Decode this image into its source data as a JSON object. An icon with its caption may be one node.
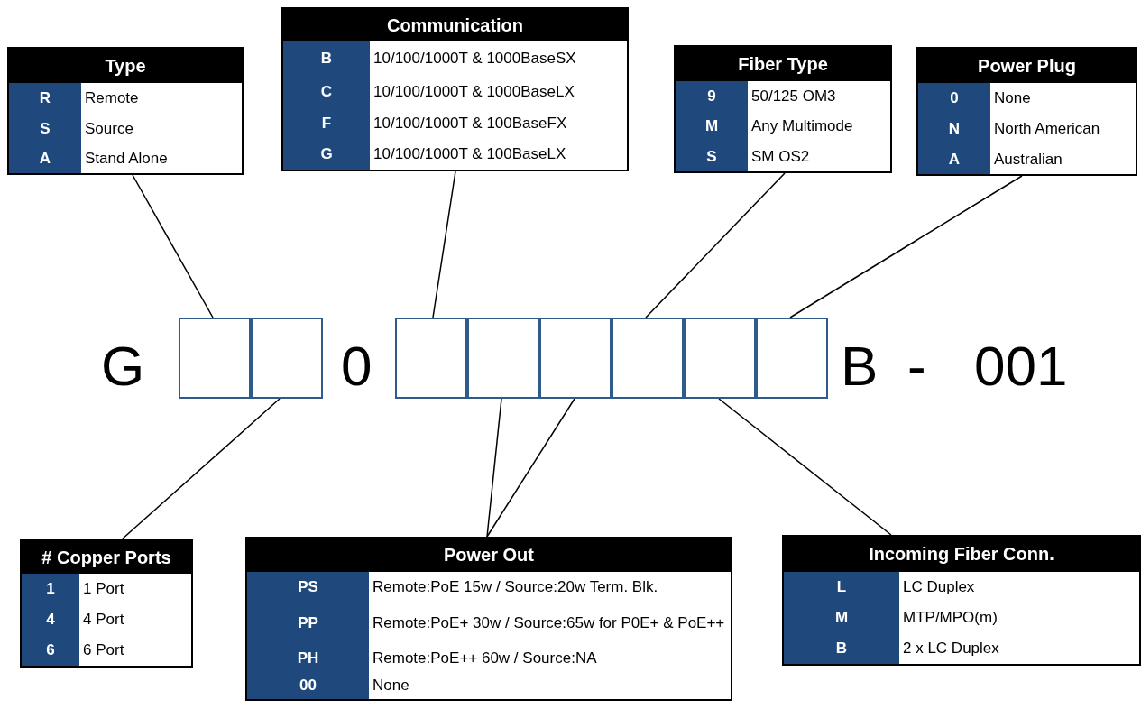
{
  "diagram": {
    "nodes": [
      {
        "text": [
          "Type"
        ]
      },
      {
        "text": [
          "R",
          "Remote"
        ],
        "in": 0
      },
      {
        "text": [
          "S",
          "Source"
        ],
        "in": 0
      },
      {
        "text": [
          "A",
          "Stand Alone"
        ],
        "in": 0
      },
      {
        "text": [
          "Communication"
        ]
      },
      {
        "text": [
          "B",
          "10/100/1000T & 1000BaseSX"
        ],
        "in": 4
      },
      {
        "text": [
          "C",
          "10/100/1000T & 1000BaseLX"
        ],
        "in": 4
      },
      {
        "text": [
          "F",
          "10/100/1000T & 100BaseFX"
        ],
        "in": 4
      },
      {
        "text": [
          "G",
          "10/100/1000T & 100BaseLX"
        ],
        "in": 4
      },
      {
        "text": [
          "Fiber Type"
        ]
      },
      {
        "text": [
          "9",
          "50/125 OM3"
        ],
        "in": 9
      },
      {
        "text": [
          "M",
          "Any Multimode"
        ],
        "in": 9
      },
      {
        "text": [
          "S",
          "SM OS2"
        ],
        "in": 9
      },
      {
        "text": [
          "Power Plug"
        ]
      },
      {
        "text": [
          "0",
          "None"
        ],
        "in": 13
      },
      {
        "text": [
          "N",
          "North American"
        ],
        "in": 13
      },
      {
        "text": [
          "A",
          "Australian"
        ],
        "in": 13
      },
      {
        "text": [],
        "shape": "box"
      },
      {
        "text": [],
        "shape": "box"
      },
      {
        "text": [],
        "shape": "box"
      },
      {
        "text": [],
        "shape": "box"
      },
      {
        "text": [],
        "shape": "box"
      },
      {
        "text": [],
        "shape": "box"
      },
      {
        "text": [],
        "shape": "box"
      },
      {
        "text": [],
        "shape": "box"
      },
      {
        "text": [
          "# Copper Ports"
        ]
      },
      {
        "text": [
          "1",
          "1 Port"
        ],
        "in": 25
      },
      {
        "text": [
          "4",
          "4 Port"
        ],
        "in": 25
      },
      {
        "text": [
          "6",
          "6 Port"
        ],
        "in": 25
      },
      {
        "text": [
          "Power Out"
        ]
      },
      {
        "text": [
          "PS",
          "Remote:PoE 15w / Source:20w Term. Blk."
        ],
        "in": 29
      },
      {
        "text": [
          "PP",
          "Remote:PoE+ 30w / Source:65w for P0E+ & PoE++"
        ],
        "in": 29
      },
      {
        "text": [
          "PH",
          "Remote:PoE++ 60w / Source:NA"
        ],
        "in": 29
      },
      {
        "text": [
          "00",
          "None"
        ],
        "in": 29
      },
      {
        "text": [
          "Incoming Fiber Conn."
        ]
      },
      {
        "text": [
          "L",
          "LC Duplex"
        ],
        "in": 34
      },
      {
        "text": [
          "M",
          "MTP/MPO(m)"
        ],
        "in": 34
      },
      {
        "text": [
          "B",
          "2 x LC Duplex"
        ],
        "in": 34
      }
    ],
    "edges": [
      {
        "from": 0,
        "to": 17,
        "arrow": "none"
      },
      {
        "from": 4,
        "to": 19,
        "arrow": "none"
      },
      {
        "from": 9,
        "to": 22,
        "arrow": "none"
      },
      {
        "from": 13,
        "to": 24,
        "arrow": "none"
      },
      {
        "from": 25,
        "to": 18,
        "arrow": "none"
      },
      {
        "from": 29,
        "to": 20,
        "arrow": "none"
      },
      {
        "from": 29,
        "to": 21,
        "arrow": "none"
      },
      {
        "from": 34,
        "to": 23,
        "arrow": "none"
      }
    ],
    "labels": [
      "G",
      "0",
      "B",
      "-",
      "001"
    ]
  }
}
